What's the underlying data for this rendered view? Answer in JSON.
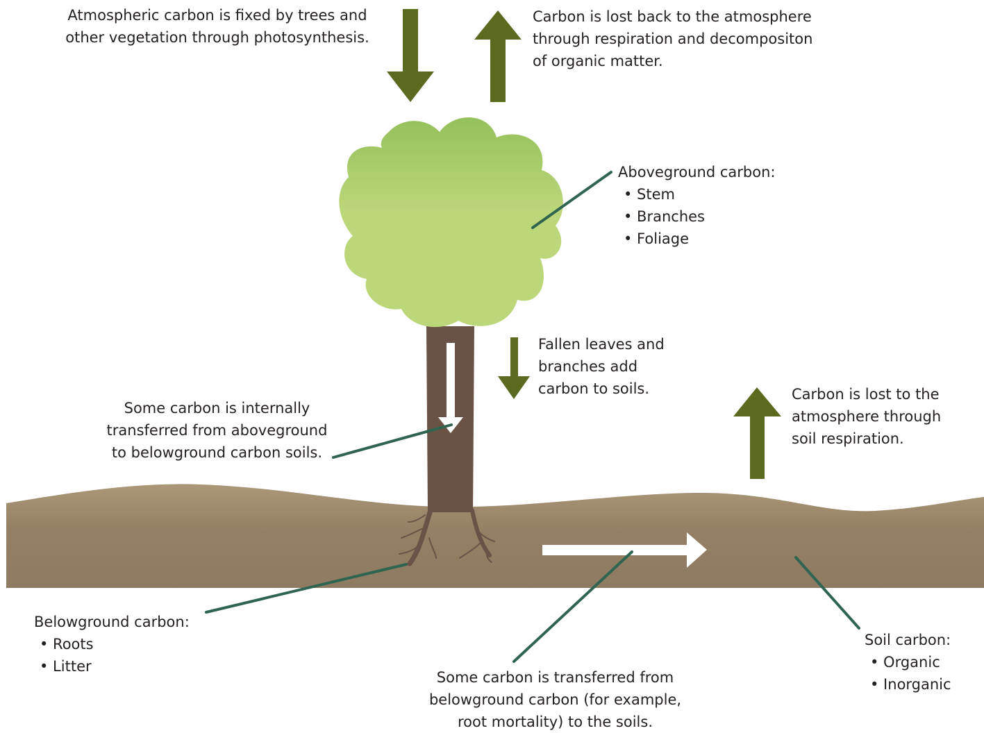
{
  "colors": {
    "arrow_green": "#5a6a1e",
    "canopy_top": "#94c15c",
    "canopy_bottom": "#bcd67a",
    "trunk": "#6a5246",
    "soil_top": "#ac9778",
    "soil_bottom": "#8e7b62",
    "leader_line": "#2f6450",
    "white_arrow": "#ffffff"
  },
  "labels": {
    "photosynthesis": {
      "lines": [
        "Atmospheric carbon is fixed by trees and",
        "other vegetation through photosynthesis."
      ]
    },
    "respiration_decomposition": {
      "lines": [
        "Carbon is lost back to the atmosphere",
        "through respiration and decompositon",
        "of organic matter."
      ]
    },
    "aboveground": {
      "heading": "Aboveground carbon:",
      "items": [
        "• Stem",
        "• Branches",
        "• Foliage"
      ]
    },
    "fallen_leaves": {
      "lines": [
        "Fallen leaves and",
        "branches add",
        "carbon to soils."
      ]
    },
    "internal_transfer": {
      "lines": [
        "Some carbon is internally",
        "transferred from aboveground",
        "to belowground carbon soils."
      ]
    },
    "soil_respiration": {
      "lines": [
        "Carbon is lost  to the",
        "atmosphere through",
        "soil respiration."
      ]
    },
    "belowground": {
      "heading": "Belowground carbon:",
      "items": [
        "• Roots",
        "• Litter"
      ]
    },
    "transfer_to_soils": {
      "lines": [
        "Some carbon is transferred from",
        "belowground carbon (for example,",
        "root mortality) to the soils."
      ]
    },
    "soil_carbon": {
      "heading": "Soil carbon:",
      "items": [
        "• Organic",
        "• Inorganic"
      ]
    }
  }
}
